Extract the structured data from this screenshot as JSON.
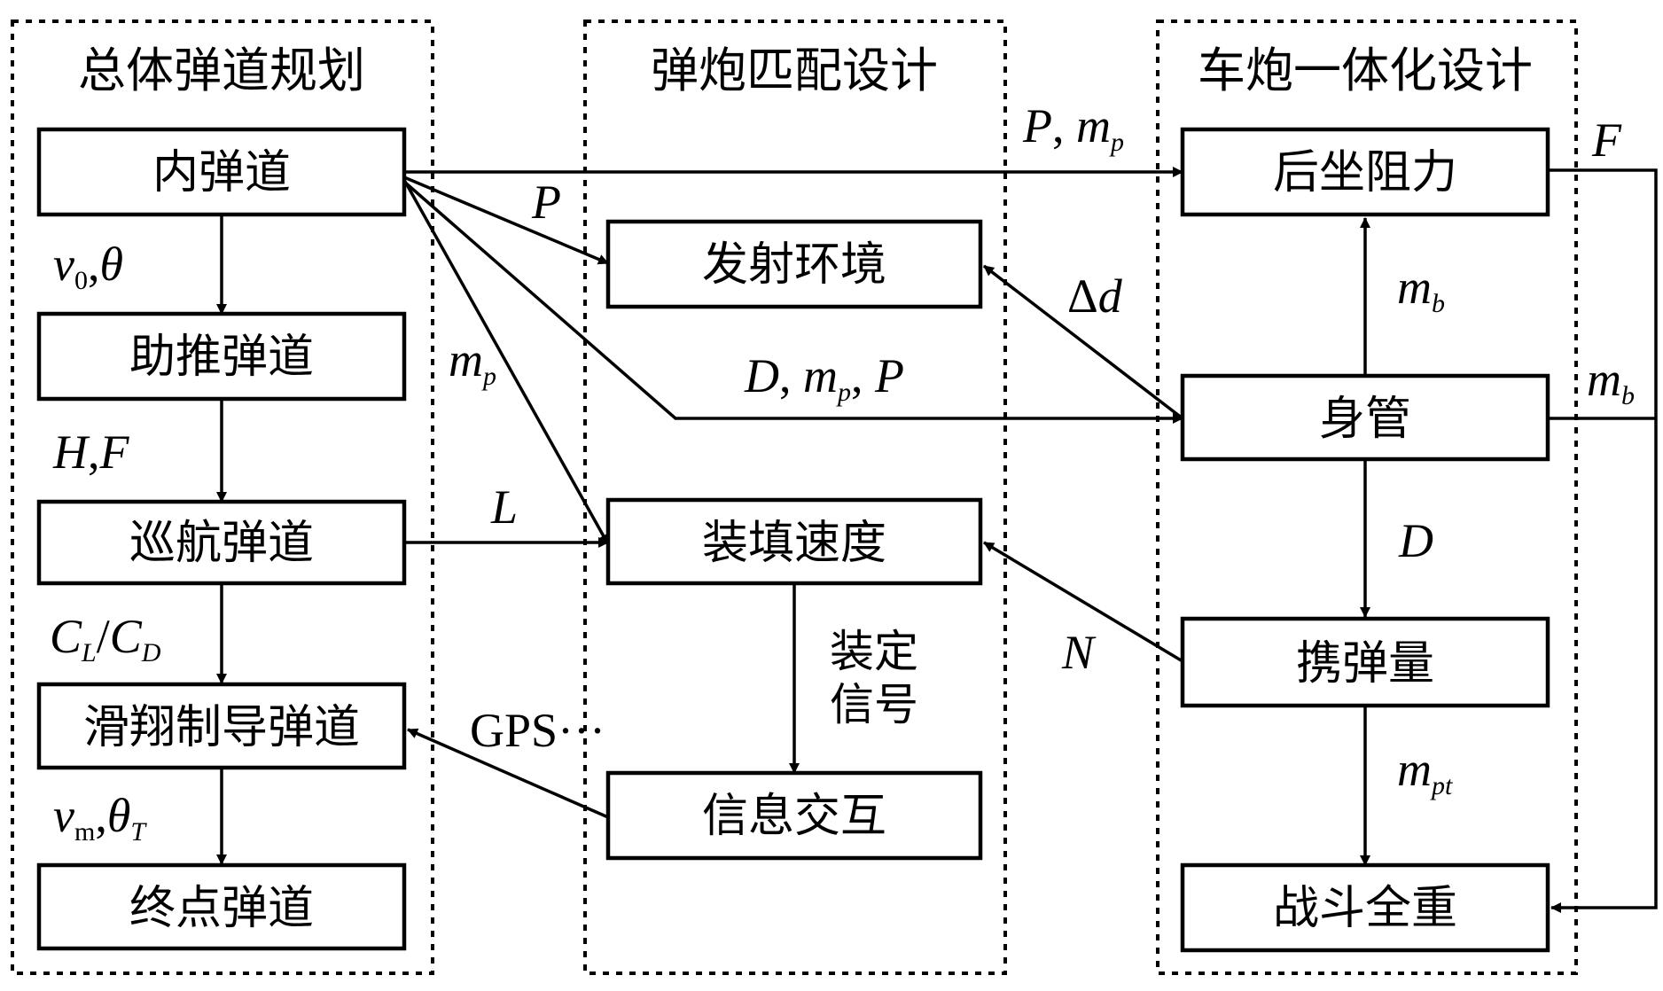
{
  "panels": {
    "left": "总体弹道规划",
    "middle": "弹炮匹配设计",
    "right": "车炮一体化设计"
  },
  "nodes": {
    "inner_ballistics": "内弹道",
    "boost_ballistics": "助推弹道",
    "cruise_ballistics": "巡航弹道",
    "glide_guidance_ballistics": "滑翔制导弹道",
    "terminal_ballistics": "终点弹道",
    "launch_environment": "发射环境",
    "loading_speed": "装填速度",
    "info_interaction": "信息交互",
    "recoil_resistance": "后坐阻力",
    "barrel": "身管",
    "ammo_capacity": "携弹量",
    "combat_weight": "战斗全重"
  },
  "edges": {
    "v0_base": "v",
    "v0_sub": "0",
    "theta": "θ",
    "H": "H",
    "F_comma": "F",
    "CL_base": "C",
    "CL_sub": "L",
    "CD_base": "C",
    "CD_sub": "D",
    "vm_base": "v",
    "vm_sub": "m",
    "thetaT_base": "θ",
    "thetaT_sub": "T",
    "P_top": "P",
    "mp_top_base": "m",
    "mp_top_sub": "p",
    "P_launch": "P",
    "mp_left_base": "m",
    "mp_left_sub": "p",
    "D_mid": "D",
    "mp_mid_base": "m",
    "mp_mid_sub": "p",
    "P_mid": "P",
    "L": "L",
    "loading_signal_1": "装定",
    "loading_signal_2": "信号",
    "gps": "GPS···",
    "delta_d_delta": "Δ",
    "delta_d_d": "d",
    "N": "N",
    "mb_up_base": "m",
    "mb_up_sub": "b",
    "D_down": "D",
    "mpt_base": "m",
    "mpt_sub": "pt",
    "F_right": "F",
    "mb_right_base": "m",
    "mb_right_sub": "b"
  }
}
